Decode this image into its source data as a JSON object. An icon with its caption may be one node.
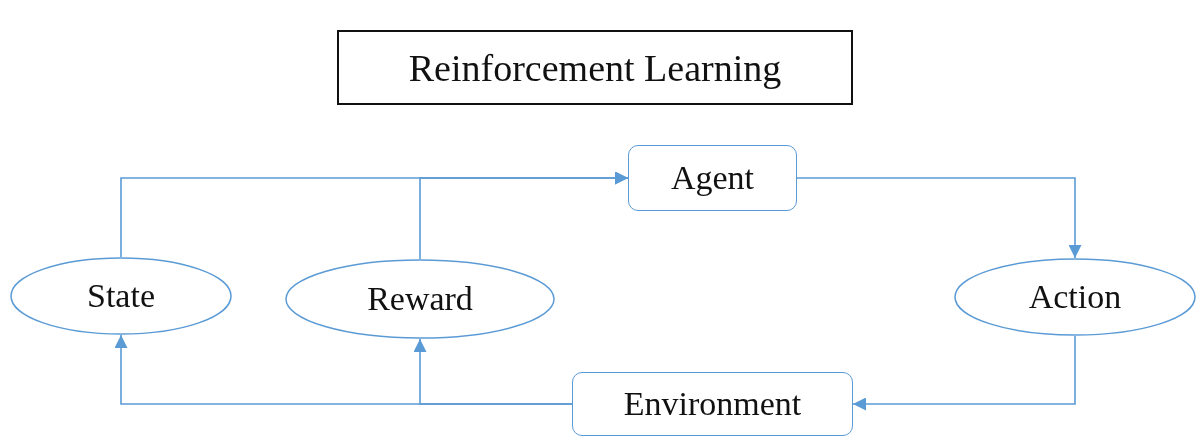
{
  "diagram": {
    "title": "Reinforcement Learning",
    "nodes": [
      {
        "text": [
          "Agent"
        ]
      },
      {
        "text": [
          "State"
        ]
      },
      {
        "text": [
          "Reward"
        ]
      },
      {
        "text": [
          "Action"
        ]
      },
      {
        "text": [
          "Environment"
        ]
      }
    ],
    "edges": [
      {
        "from": 1,
        "to": 0,
        "arrow": "to"
      },
      {
        "from": 2,
        "to": 0,
        "arrow": "to"
      },
      {
        "from": 0,
        "to": 3,
        "arrow": "to"
      },
      {
        "from": 3,
        "to": 4,
        "arrow": "to"
      },
      {
        "from": 4,
        "to": 1,
        "arrow": "to"
      },
      {
        "from": 4,
        "to": 2,
        "arrow": "to"
      }
    ]
  }
}
